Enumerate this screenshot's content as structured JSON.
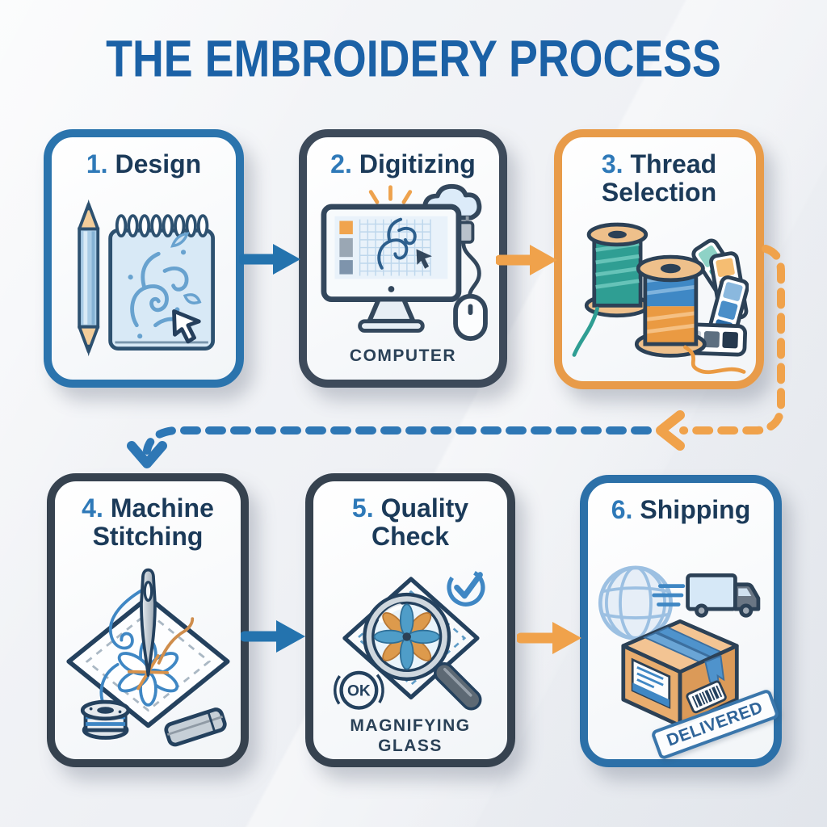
{
  "title": "THE EMBROIDERY PROCESS",
  "steps": [
    {
      "number": "1.",
      "label": "Design",
      "icon": "pencil-and-notepad-icon"
    },
    {
      "number": "2.",
      "label": "Digitizing",
      "icon": "computer-monitor-cloud-mouse-icon",
      "caption": "COMPUTER"
    },
    {
      "number": "3.",
      "label": "Thread Selection",
      "icon": "thread-spools-color-swatches-icon"
    },
    {
      "number": "4.",
      "label": "Machine Stitching",
      "icon": "needle-fabric-bobbin-icon"
    },
    {
      "number": "5.",
      "label": "Quality Check",
      "icon": "magnifying-glass-flower-icon",
      "caption": "MAGNIFYING GLASS",
      "badge": "OK"
    },
    {
      "number": "6.",
      "label": "Shipping",
      "icon": "package-globe-truck-icon",
      "stamp": "DELIVERED"
    }
  ],
  "colors": {
    "background": "#edeff3",
    "title_text": "#1b61a6",
    "step_number": "#2e79b8",
    "heading_text": "#1b3a59",
    "caption_text": "#2a4157",
    "card_border_design": "#2b74ad",
    "card_border_digitizing": "#3d4a5a",
    "card_border_thread_selection": "#e89b49",
    "card_border_machine_stitching": "#36424f",
    "card_border_quality_check": "#36424f",
    "card_border_shipping": "#2c70a8",
    "arrow_blue": "#2473ae",
    "arrow_orange": "#f0a24b",
    "connector_blue": "#2e77b5",
    "connector_orange": "#f0a24b"
  }
}
